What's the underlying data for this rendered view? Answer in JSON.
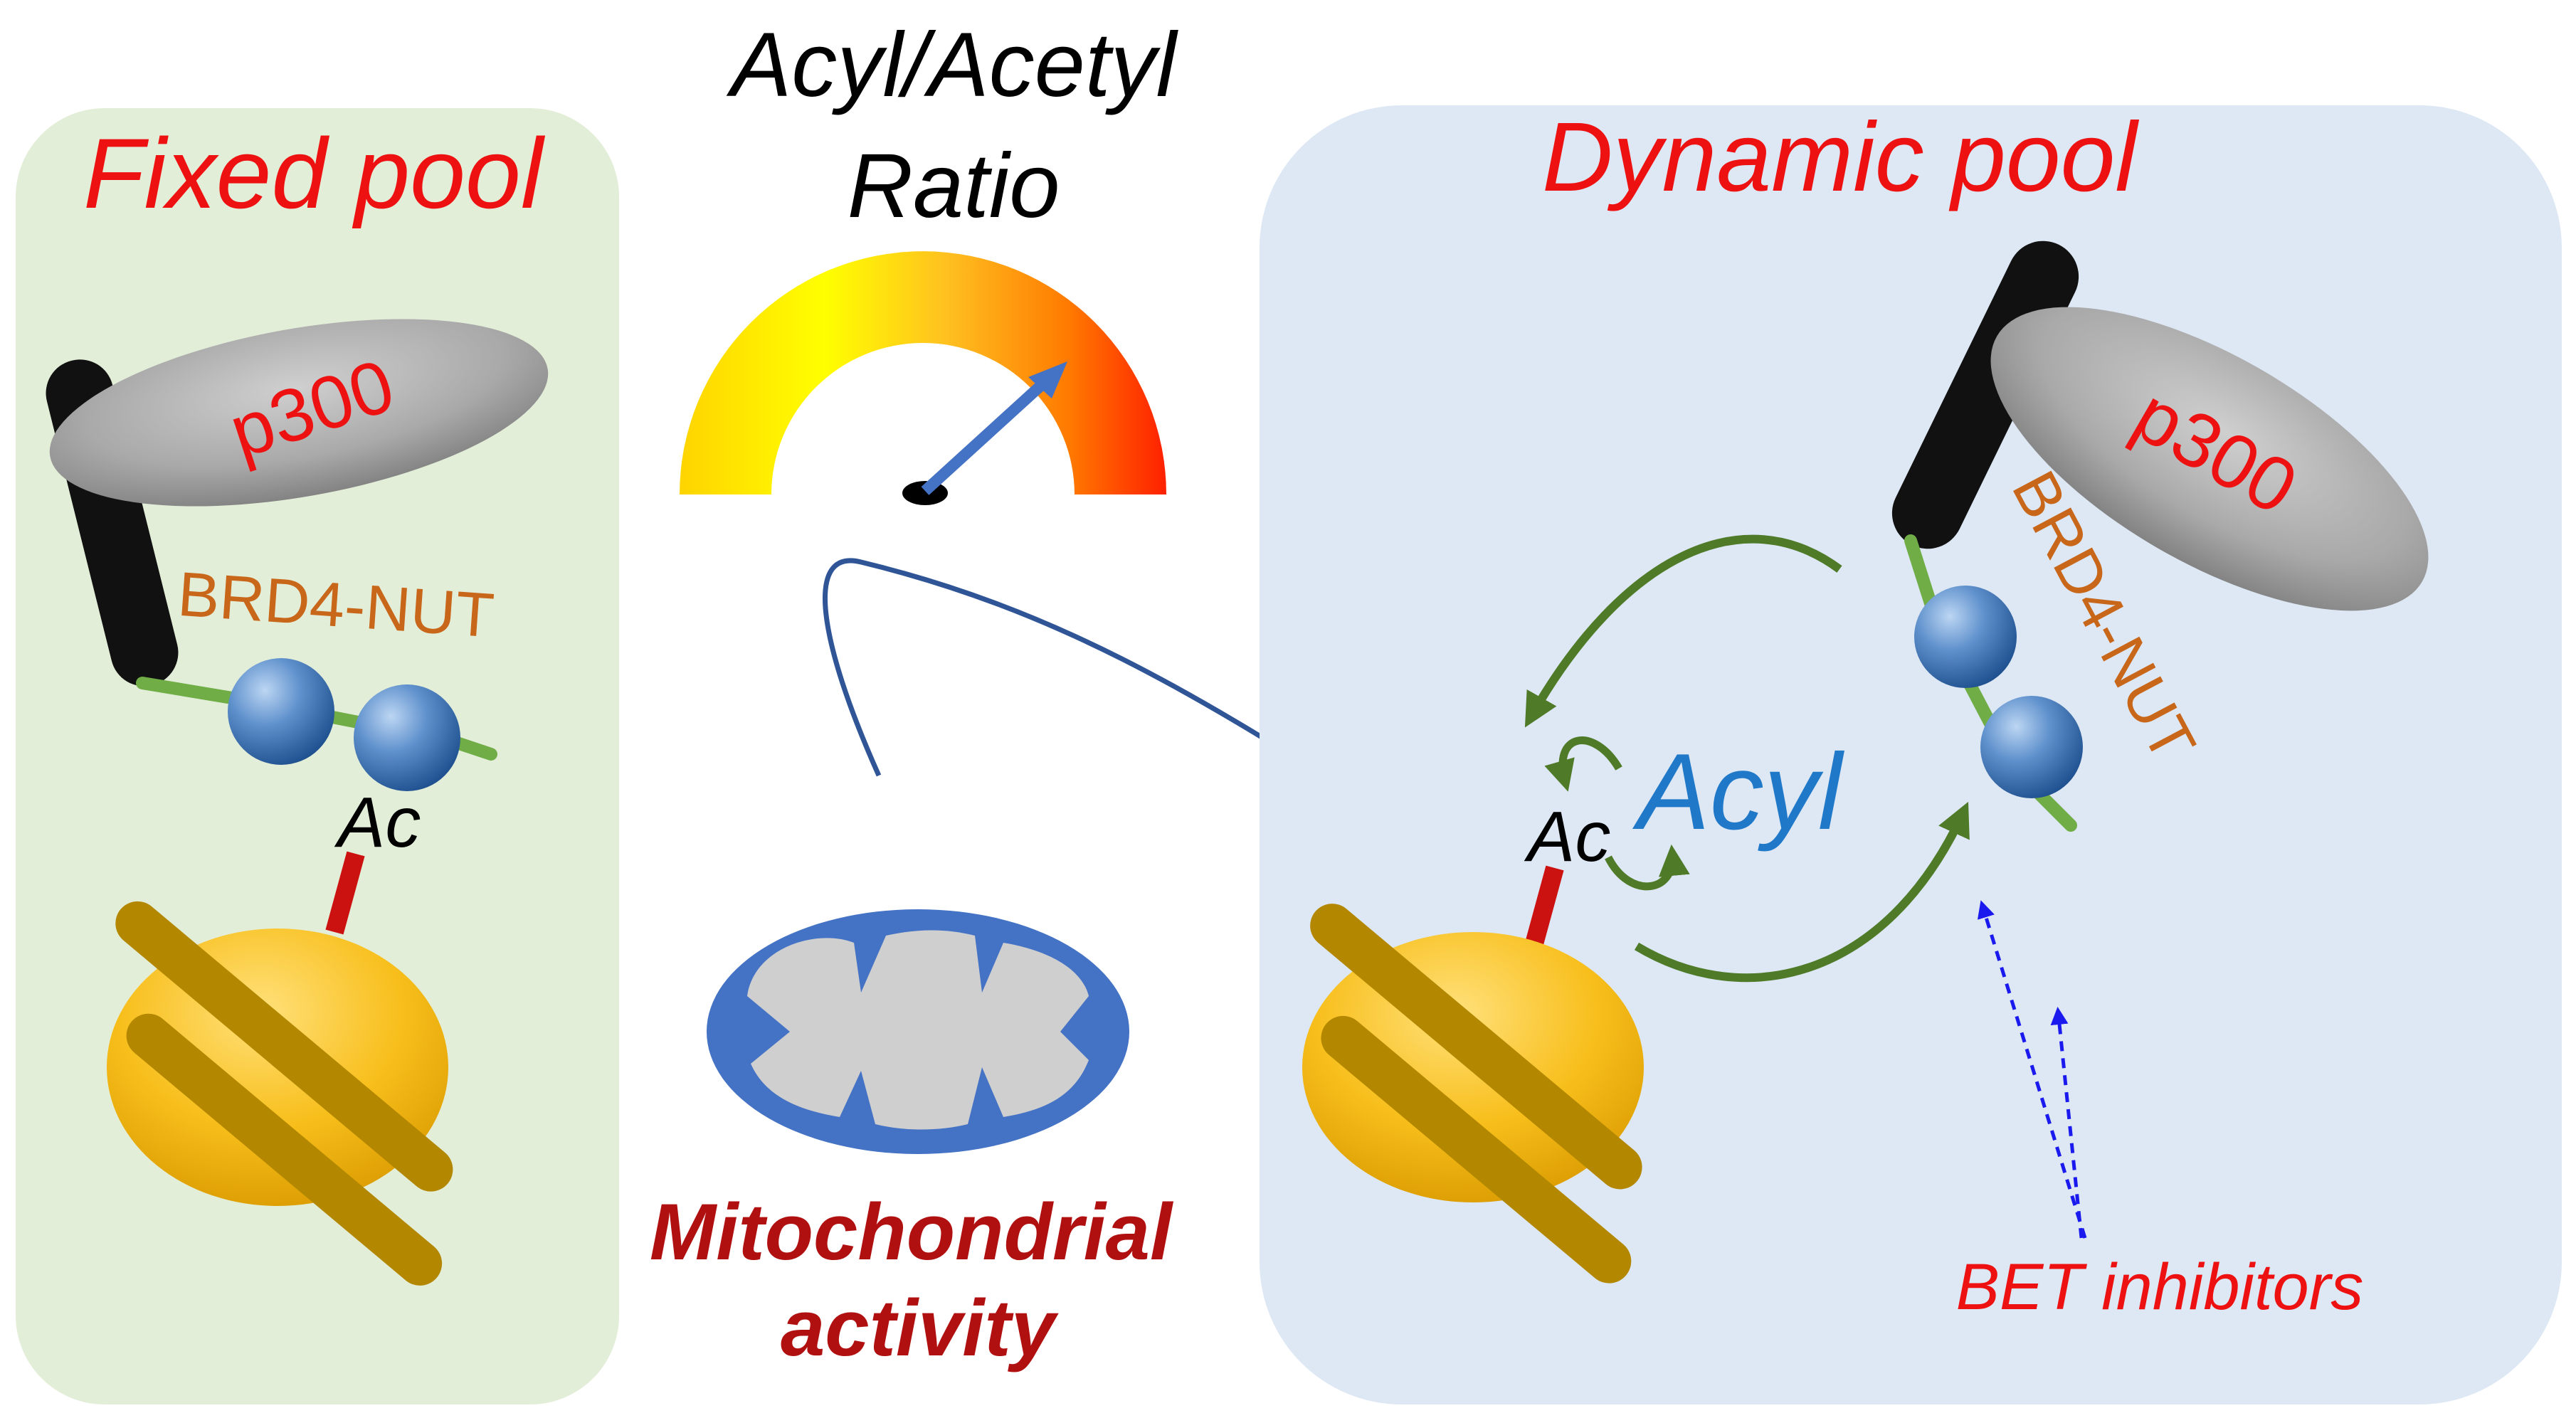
{
  "fixed_pool": {
    "title": "Fixed pool",
    "p300_label": "p300",
    "brd4_label": "BRD4-NUT",
    "ac_label": "Ac"
  },
  "center": {
    "ratio_line1": "Acyl/Acetyl",
    "ratio_line2": "Ratio",
    "mito_line1": "Mitochondrial",
    "mito_line2": "activity"
  },
  "dynamic_pool": {
    "title": "Dynamic pool",
    "p300_label": "p300",
    "brd4_label": "BRD4-NUT",
    "ac_label": "Ac",
    "acyl_label": "Acyl",
    "inhibitor_label": "BET inhibitors"
  },
  "colors": {
    "title_red": "#ee1111",
    "brd4_orange": "#c8661a",
    "acyl_blue": "#1f78c8",
    "mito_red": "#b01010",
    "fixed_bg": "#e3eed8",
    "dynamic_bg": "#dde8f4"
  }
}
